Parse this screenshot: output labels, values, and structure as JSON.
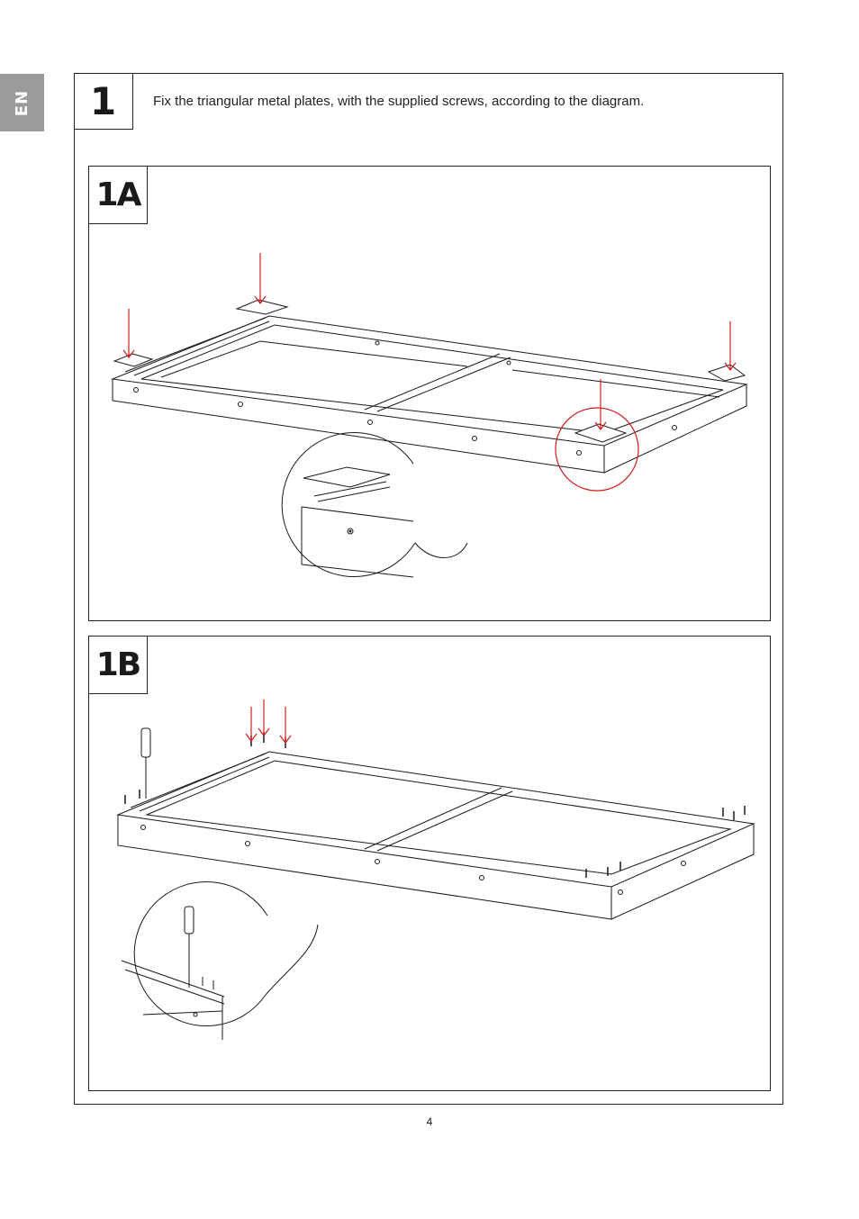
{
  "language_tab": {
    "label": "EN"
  },
  "step": {
    "number": "1",
    "instruction": "Fix the triangular metal plates, with the supplied screws, according to the diagram."
  },
  "panels": [
    {
      "label": "1A"
    },
    {
      "label": "1B"
    }
  ],
  "colors": {
    "arrow": "#d11a1a",
    "line": "#1a1a1a",
    "tab": "#9b9b9b"
  },
  "page_number": "4"
}
